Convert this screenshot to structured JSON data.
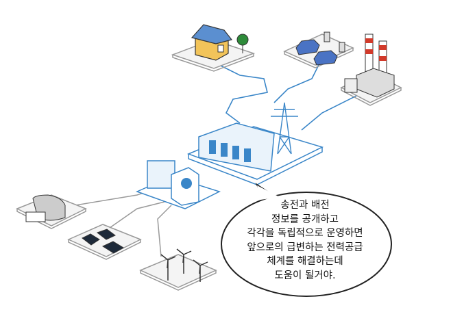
{
  "speech_bubble": {
    "lines": [
      "송전과 배전",
      "정보를 공개하고",
      "각각을 독립적으로 운영하면",
      "앞으로의 급변하는 전력공급",
      "체계를 해결하는데",
      "도움이 될거야."
    ]
  },
  "colors": {
    "line_blue": "#3a86c8",
    "tile_gray": "#9a9a9a",
    "house_yellow": "#f2c45a",
    "roof_blue": "#5b8fd0",
    "car_blue": "#4a73c4",
    "chimney_red": "#d23a2a",
    "tree_green": "#2e8b3a"
  }
}
